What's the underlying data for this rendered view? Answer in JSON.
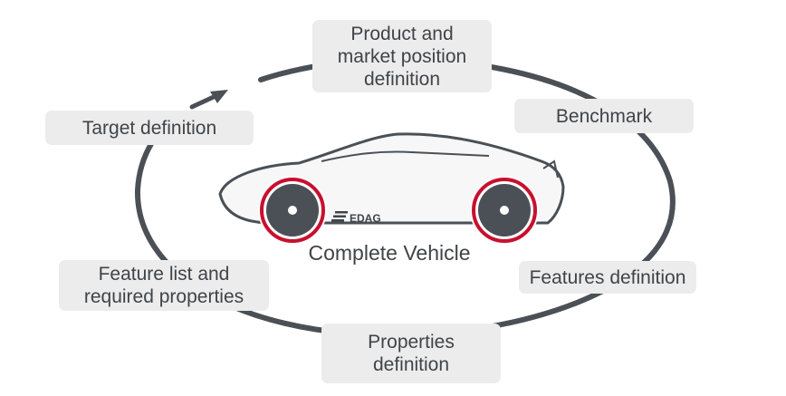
{
  "center_label": "Complete Vehicle",
  "brand": "EDAG",
  "boxes": {
    "product": "Product and\nmarket position\ndefinition",
    "benchmark": "Benchmark",
    "target": "Target definition",
    "features": "Features definition",
    "feature_list": "Feature list and\nrequired properties",
    "properties": "Properties\ndefinition"
  },
  "colors": {
    "ring": "#4a5056",
    "text": "#3f4449",
    "box_fill": "#ececec",
    "wheel_accent": "#c8102e",
    "car_outline": "#4a5056"
  }
}
